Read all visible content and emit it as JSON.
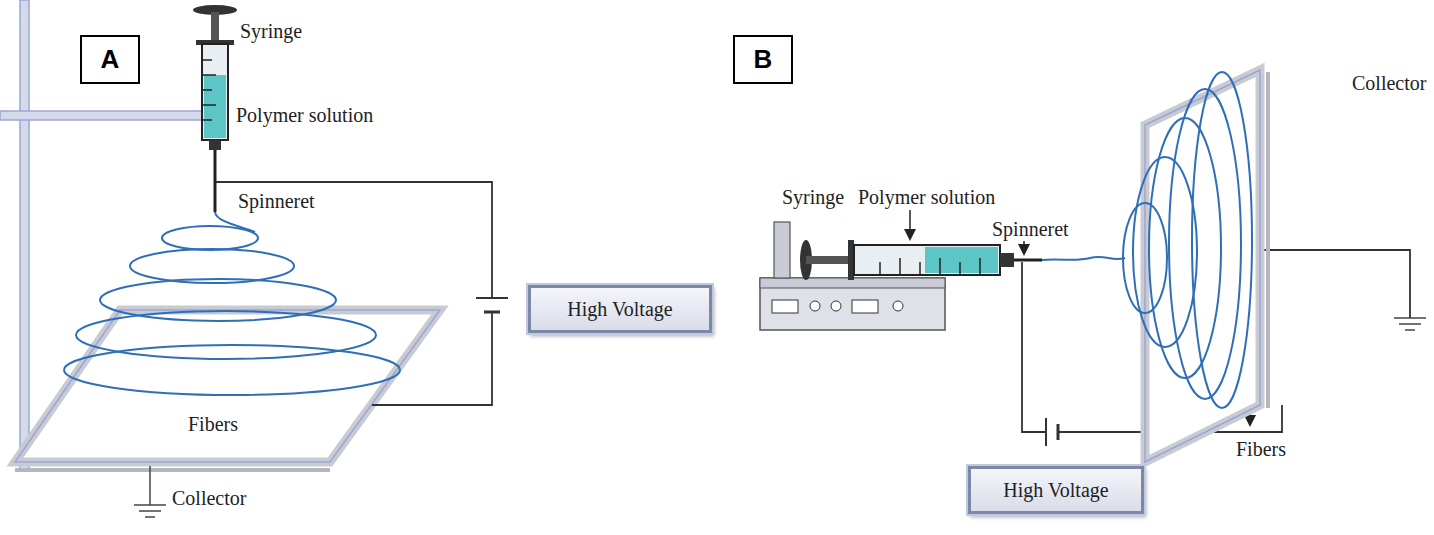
{
  "diagram": {
    "nodes": [
      {
        "text": [
          "A"
        ]
      },
      {
        "text": [
          "High Voltage"
        ]
      },
      {
        "text": [
          "B"
        ]
      },
      {
        "text": [
          "High Voltage"
        ]
      }
    ],
    "labels": [
      "Syringe",
      "Polymer solution",
      "Spinneret",
      "Fibers",
      "Collector",
      "Collector",
      "Syringe",
      "Polymer solution",
      "Spinneret",
      "Fibers"
    ]
  }
}
